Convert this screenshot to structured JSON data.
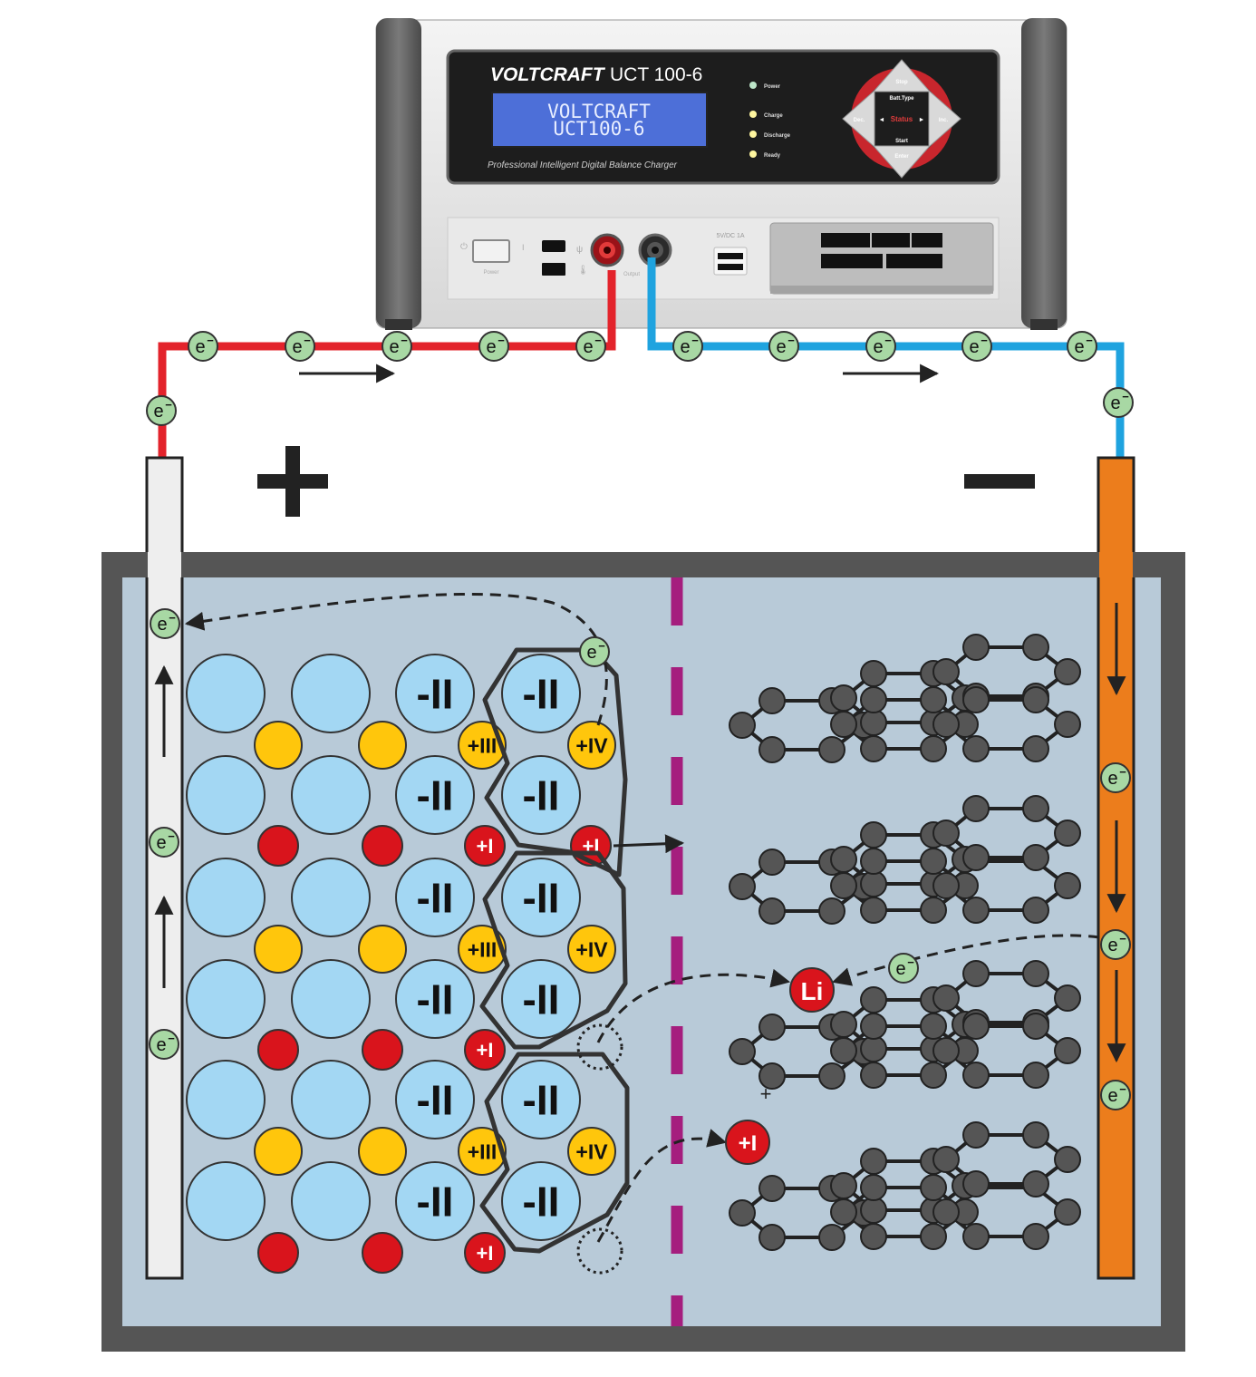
{
  "charger": {
    "brand": "VOLTCRAFT",
    "model": "UCT 100-6",
    "lcd_line1": "VOLTCRAFT",
    "lcd_line2": "UCT100-6",
    "tagline": "Professional Intelligent Digital Balance Charger",
    "leds": [
      "Power",
      "Charge",
      "Discharge",
      "Ready"
    ],
    "nav_top": "Stop",
    "nav_batt": "Batt.Type",
    "nav_left": "Dec.",
    "nav_center": "Status",
    "nav_right": "Inc.",
    "nav_start": "Start",
    "nav_bottom": "Enter",
    "power_label": "Power",
    "output_label": "Output",
    "usb_label": "5V/DC 1A"
  },
  "diagram": {
    "electron_label": "e",
    "electron_sup": "−",
    "plus_sign": "+",
    "minus_sign": "−",
    "small_plus": "+",
    "oxygen_label": "-II",
    "cobalt3_label": "+III",
    "cobalt4_label": "+IV",
    "lithium_ion_label": "+I",
    "lithium_atom_label": "Li"
  },
  "colors": {
    "red_wire": "#e3232b",
    "blue_wire": "#1fa3df",
    "cathode": "#eeeeee",
    "anode": "#ec7d1c",
    "electrolyte": "#b8cad8",
    "casing": "#555555",
    "oxygen": "#a3d7f3",
    "cobalt": "#ffc60c",
    "lithium": "#d9141c",
    "electron": "#a8d8a4",
    "separator": "#a51e7e",
    "graphite": "#555555"
  }
}
